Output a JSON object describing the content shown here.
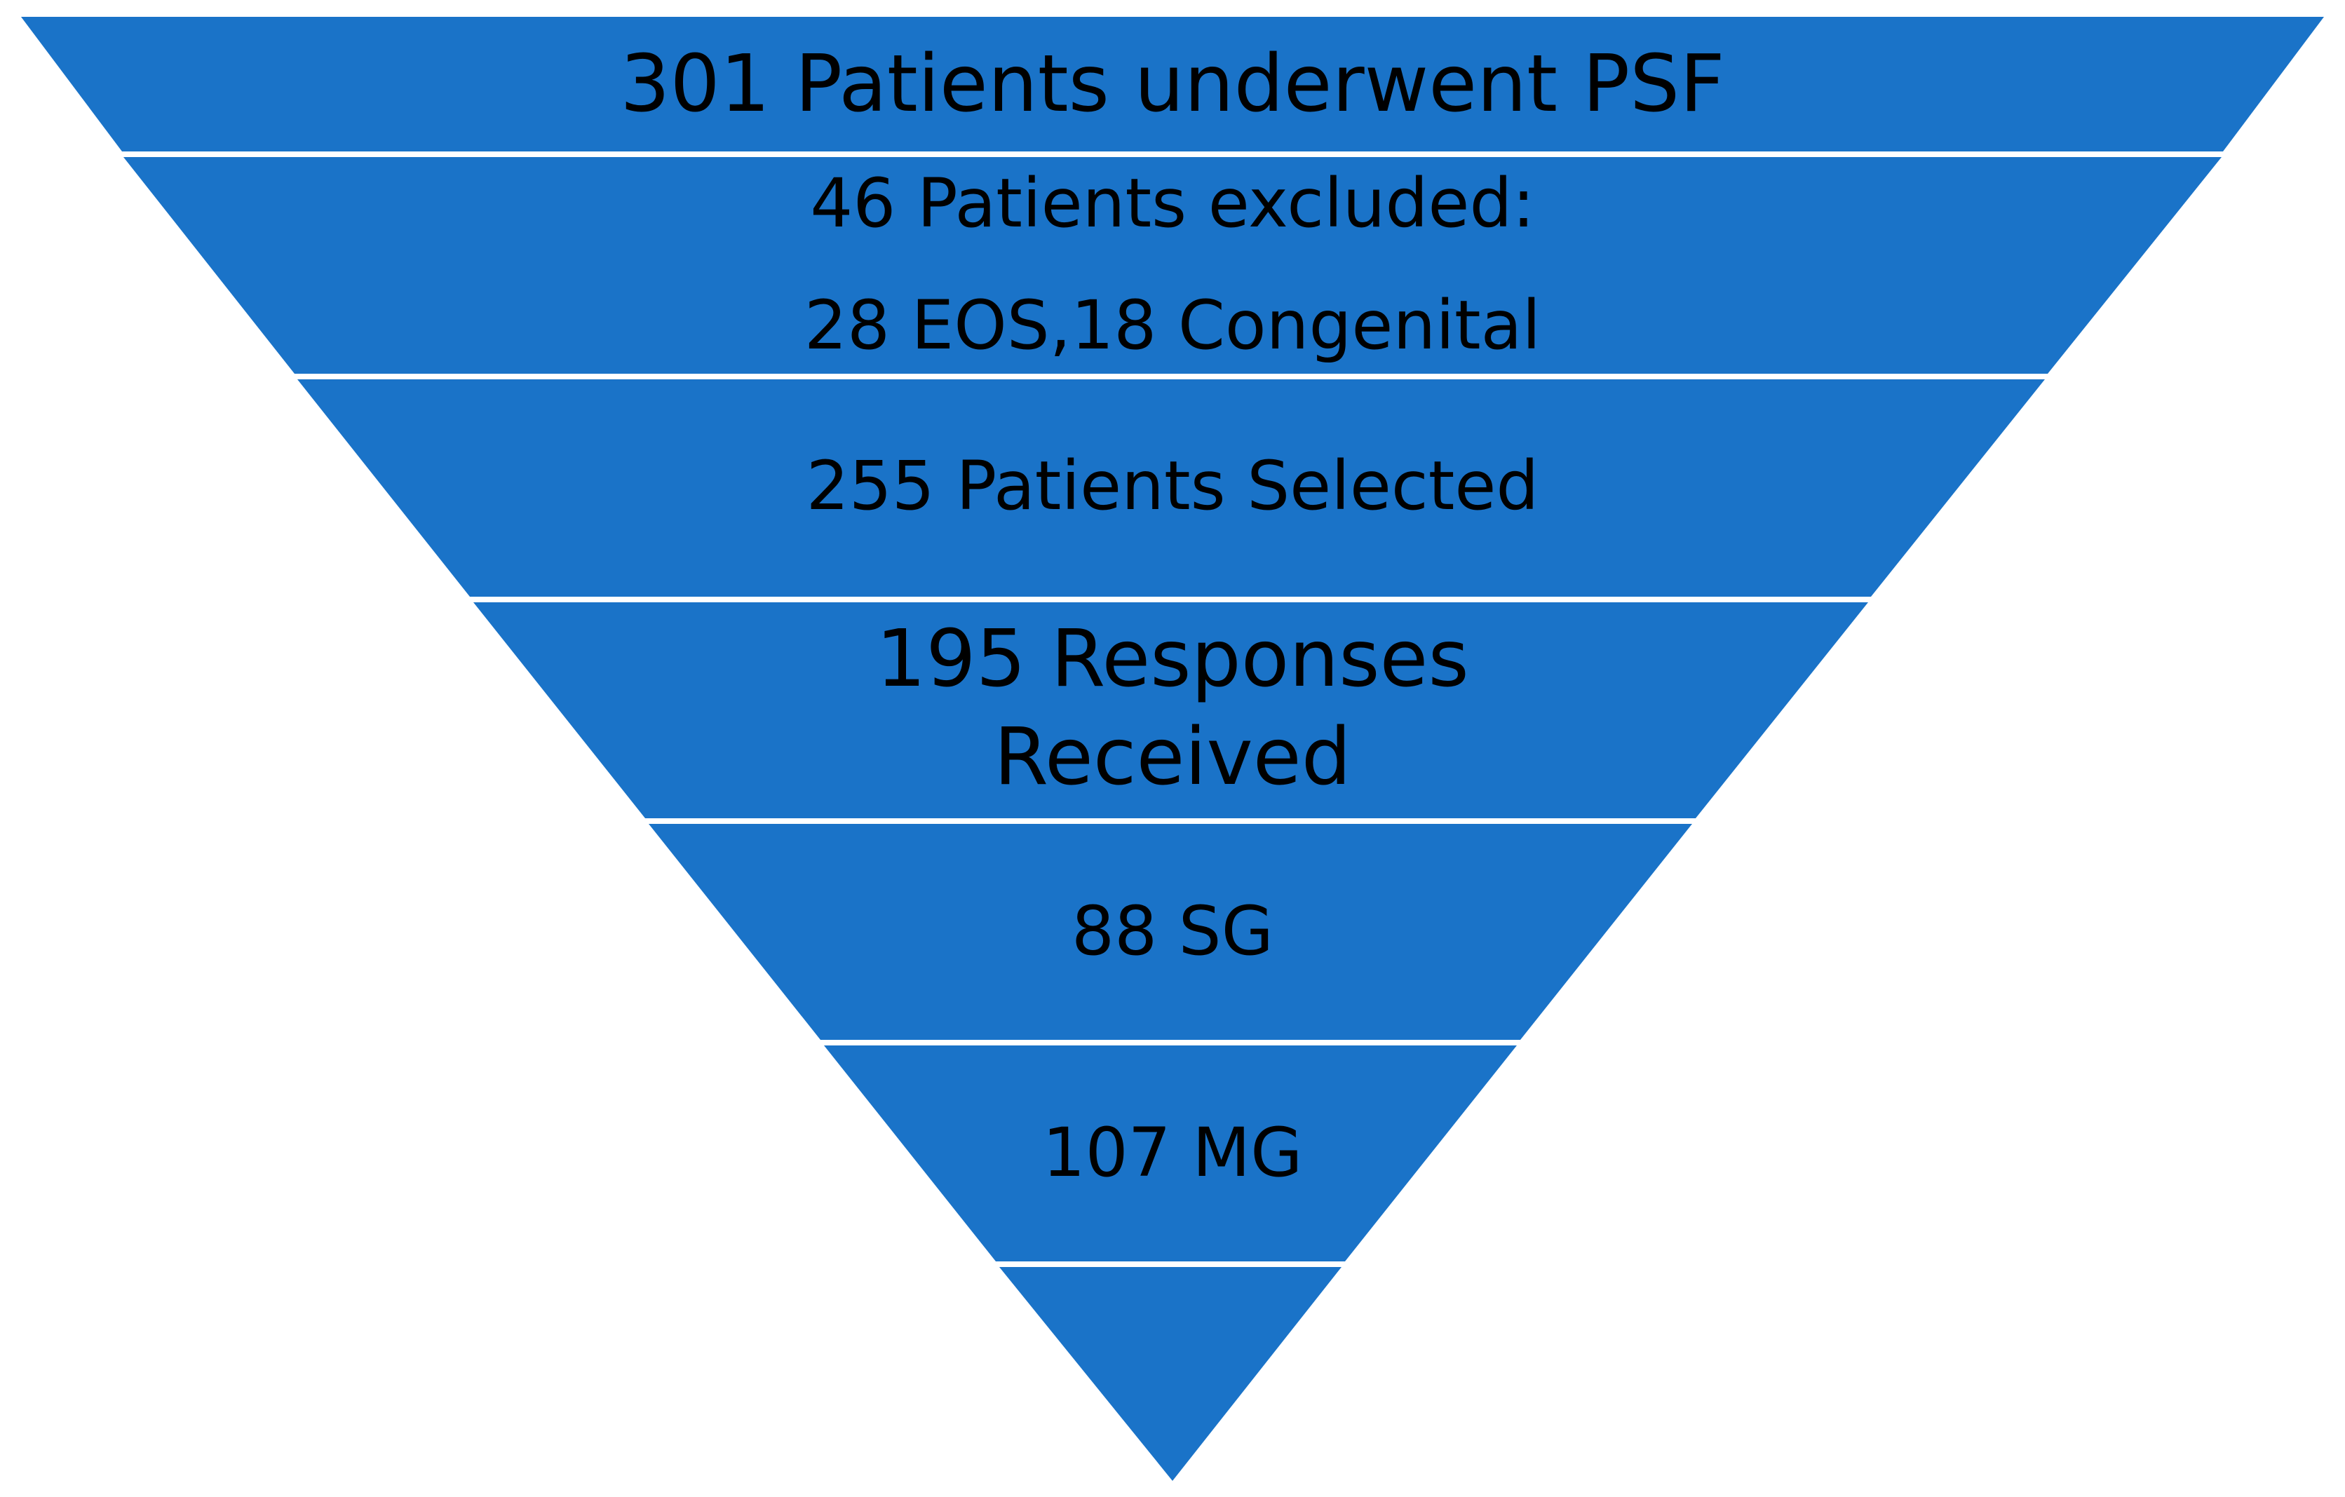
{
  "funnel": {
    "fill_color": "#1a73c8",
    "text_color": "#000000",
    "tiers": [
      {
        "lines": [
          "301 Patients underwent PSF"
        ]
      },
      {
        "lines": [
          "46 Patients excluded:",
          "28 EOS,18 Congenital"
        ]
      },
      {
        "lines": [
          "255 Patients Selected"
        ]
      },
      {
        "lines": [
          "195 Responses",
          "Received"
        ]
      },
      {
        "lines": [
          "88 SG"
        ]
      },
      {
        "lines": [
          "107 MG"
        ]
      },
      {
        "lines": []
      }
    ]
  }
}
